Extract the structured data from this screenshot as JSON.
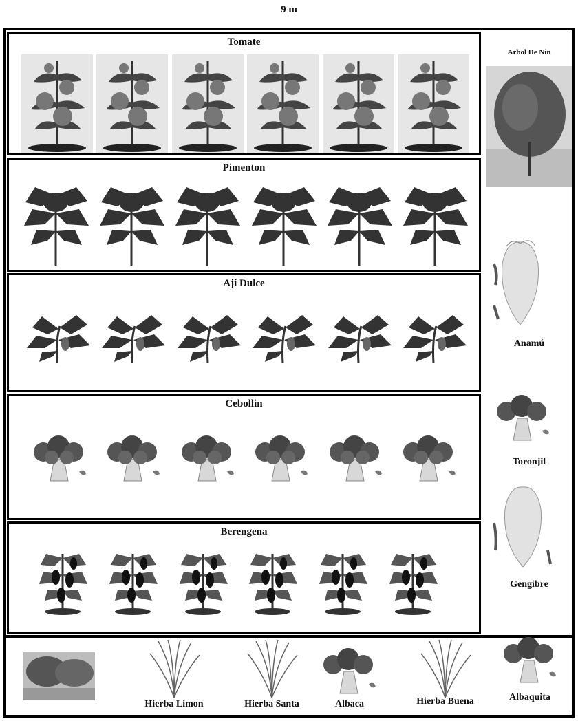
{
  "dimension": "9 m",
  "beds": [
    {
      "name": "Tomate",
      "count": 6,
      "plant": "tomato-plant"
    },
    {
      "name": "Pimenton",
      "count": 6,
      "plant": "pepper-plant"
    },
    {
      "name": "Ají Dulce",
      "count": 6,
      "plant": "sweet-pepper-plant"
    },
    {
      "name": "Cebollin",
      "count": 6,
      "plant": "broccoli-like-plant"
    },
    {
      "name": "Berengena",
      "count": 6,
      "plant": "eggplant-plant"
    }
  ],
  "side": {
    "tree_label": "Arbol De Nin",
    "labels": [
      "Anamú",
      "Toronjil",
      "Gengibre"
    ]
  },
  "bottom": {
    "labels": [
      "Hierba Limon",
      "Hierba Santa",
      "Albaca",
      "Hierba Buena",
      "Albaquita"
    ]
  },
  "colors": {
    "border": "#000000",
    "foliage": "#3a3a3a",
    "fruit": "#777777"
  }
}
